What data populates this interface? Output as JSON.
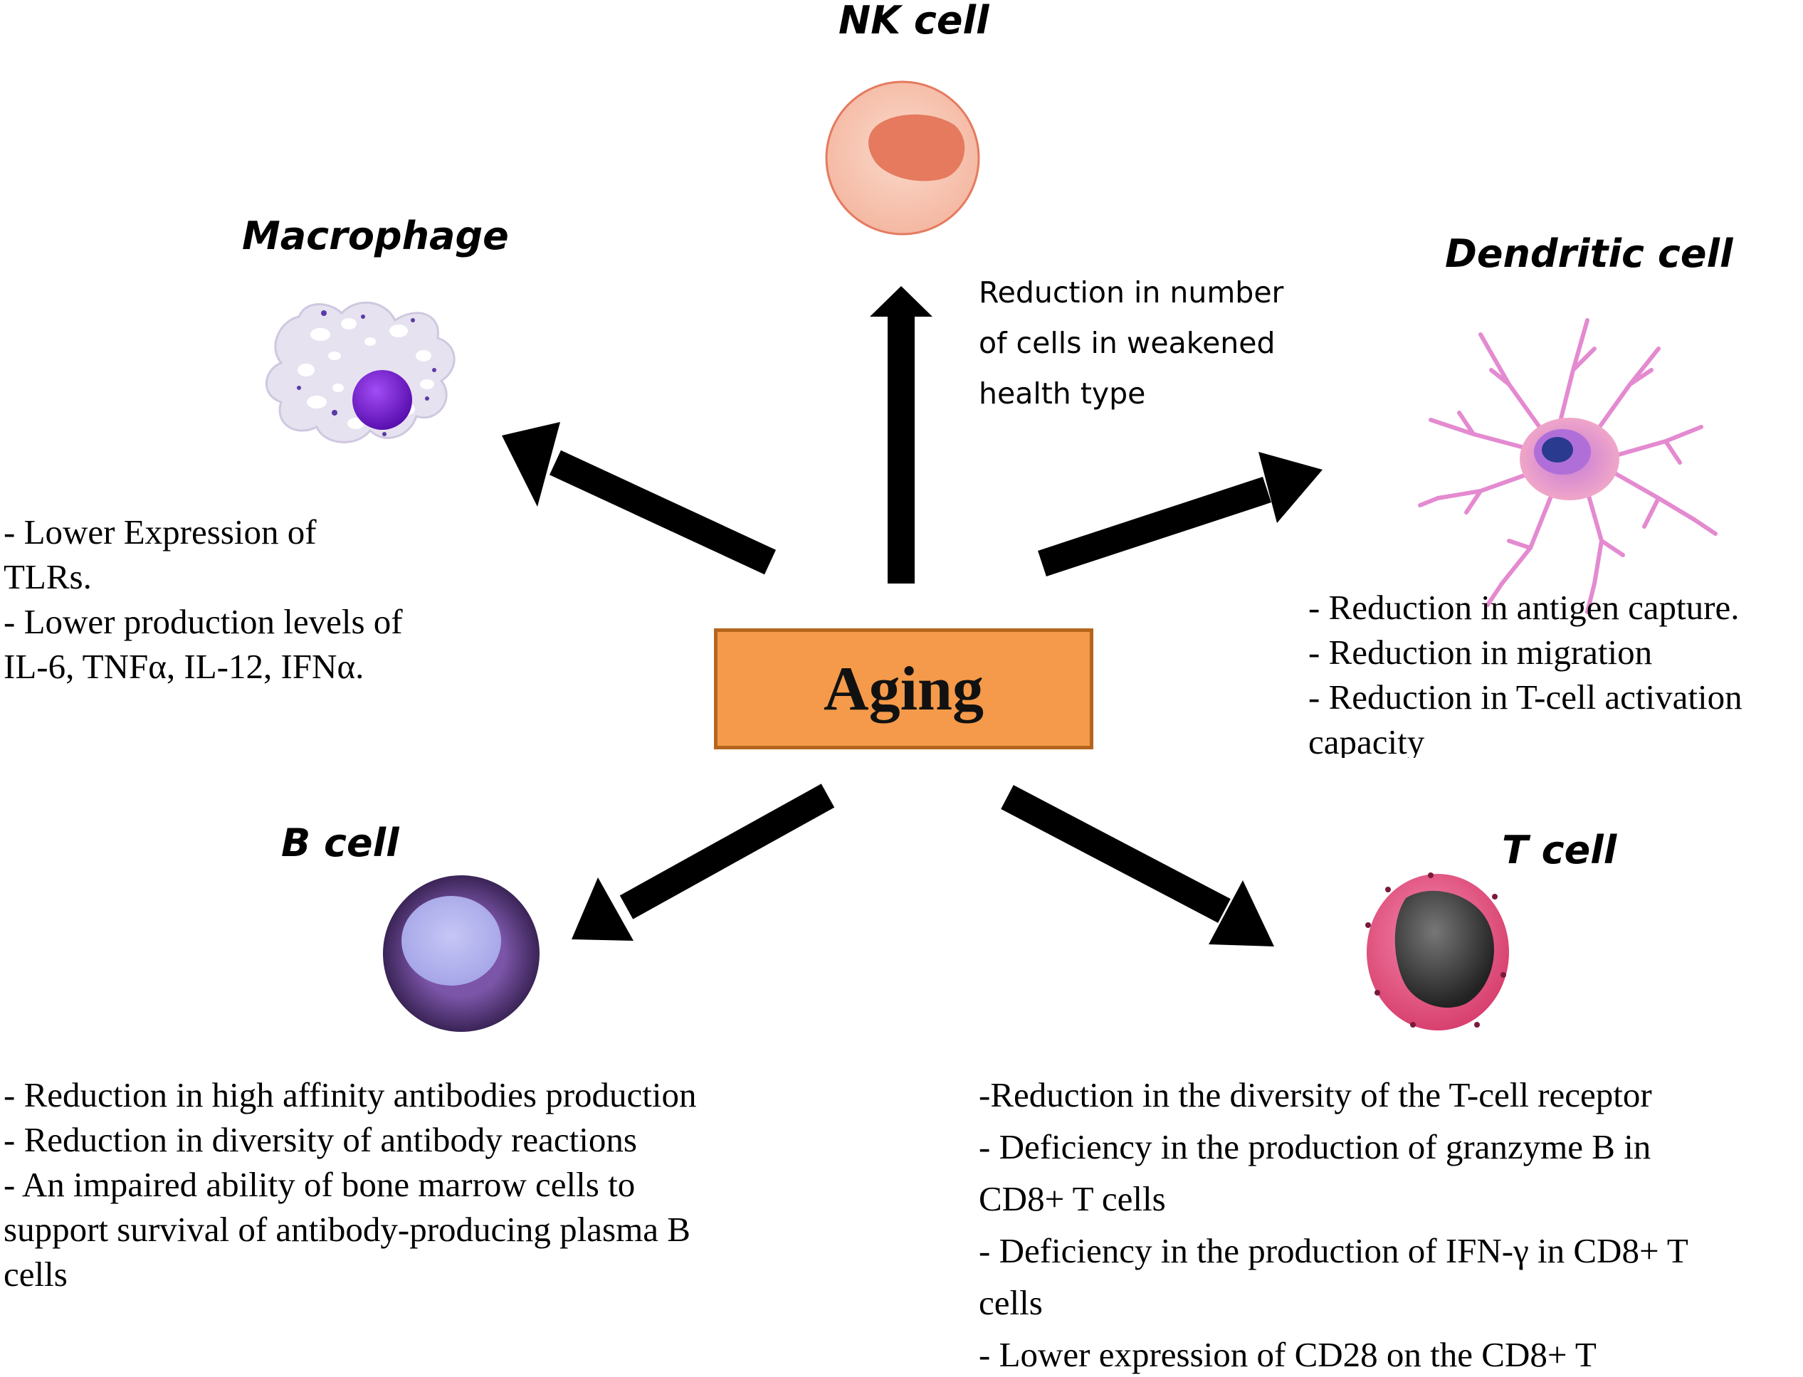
{
  "center": {
    "label": "Aging"
  },
  "nk_cell": {
    "title": "NK cell",
    "lines": [
      "Reduction in number",
      "of cells in weakened",
      "health type"
    ]
  },
  "macrophage": {
    "title": "Macrophage",
    "lines": [
      "- Lower Expression of",
      "TLRs.",
      "- Lower production levels of",
      "IL-6, TNFα, IL-12, IFNα."
    ]
  },
  "dendritic_cell": {
    "title": "Dendritic cell",
    "lines": [
      "- Reduction in antigen capture.",
      "- Reduction in migration",
      "- Reduction in T-cell activation",
      "capacity"
    ]
  },
  "b_cell": {
    "title": "B cell",
    "lines": [
      "- Reduction in high affinity antibodies production",
      "- Reduction in diversity of antibody reactions",
      "- An impaired ability of bone marrow cells to",
      "support survival of antibody-producing plasma B",
      "cells"
    ]
  },
  "t_cell": {
    "title": "T cell",
    "lines": [
      "-Reduction in the diversity of the T-cell receptor",
      "- Deficiency in the production of granzyme B in",
      "CD8+ T cells",
      "- Deficiency in the production of IFN-γ in CD8+ T",
      "cells",
      "- Lower expression of CD28 on the CD8+ T"
    ]
  },
  "colors": {
    "aging_box_fill": "#f49a4a",
    "aging_box_border": "#b5651d",
    "arrow": "#000000",
    "nk_cell_body": "#f8cbb8",
    "nk_cell_nucleus": "#e57a5e",
    "macrophage_body": "#e6e2f0",
    "macrophage_nucleus": "#7a1fd6",
    "dendritic_body": "#e38ac8",
    "dendritic_nucleus": "#2a3a8f",
    "b_cell_body": "#5a3a80",
    "b_cell_nucleus": "#b3b3ee",
    "t_cell_body": "#ec5f8c",
    "t_cell_nucleus": "#3d3d3d"
  }
}
